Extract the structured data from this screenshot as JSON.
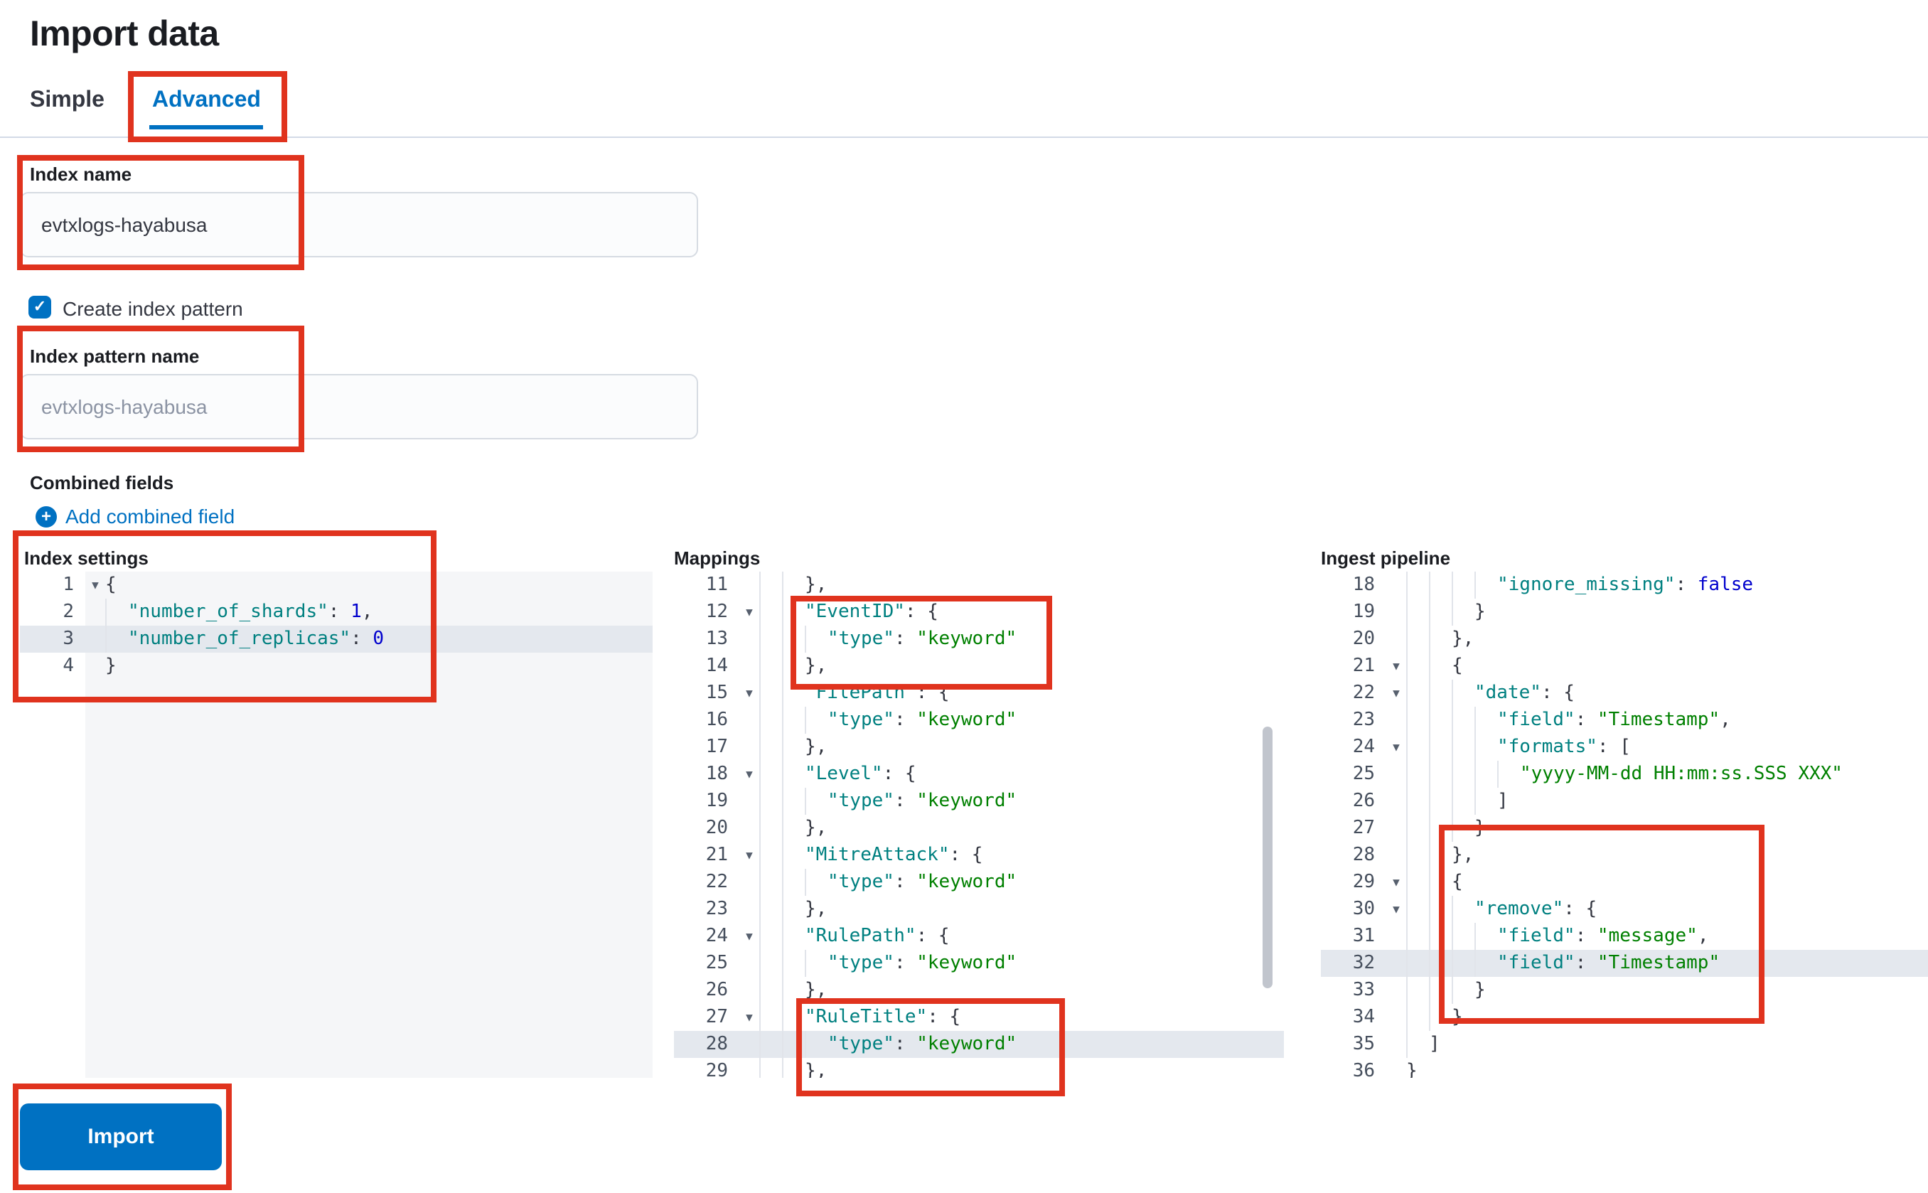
{
  "theme": {
    "primary": "#0071c2",
    "annotation_color": "#e0331e",
    "code_key_color": "#008080",
    "code_string_color": "#008000",
    "code_number_color": "#0000cd",
    "code_punct_color": "#343741"
  },
  "page": {
    "title": "Import data"
  },
  "tabs": {
    "simple": "Simple",
    "advanced": "Advanced",
    "selected": "Advanced"
  },
  "form": {
    "index_name_label": "Index name",
    "index_name_value": "evtxlogs-hayabusa",
    "create_index_pattern_label": "Create index pattern",
    "create_index_pattern_checked": true,
    "index_pattern_name_label": "Index pattern name",
    "index_pattern_name_placeholder": "evtxlogs-hayabusa",
    "combined_fields_label": "Combined fields",
    "add_combined_field_label": "Add combined field",
    "import_button_label": "Import"
  },
  "editors": [
    {
      "id": "index_settings",
      "label": "Index settings",
      "active_line": 3,
      "lines": [
        {
          "n": 1,
          "fold": true,
          "indent": 0,
          "tokens": [
            [
              "p",
              "{"
            ]
          ]
        },
        {
          "n": 2,
          "indent": 1,
          "tokens": [
            [
              "k",
              "\"number_of_shards\""
            ],
            [
              "p",
              ": "
            ],
            [
              "n",
              "1"
            ],
            [
              "p",
              ","
            ]
          ]
        },
        {
          "n": 3,
          "indent": 1,
          "tokens": [
            [
              "k",
              "\"number_of_replicas\""
            ],
            [
              "p",
              ": "
            ],
            [
              "n",
              "0"
            ]
          ]
        },
        {
          "n": 4,
          "indent": 0,
          "tokens": [
            [
              "p",
              "}"
            ]
          ]
        }
      ]
    },
    {
      "id": "mappings",
      "label": "Mappings",
      "active_line": 28,
      "lines": [
        {
          "n": 11,
          "indent": 2,
          "tokens": [
            [
              "p",
              "},"
            ]
          ]
        },
        {
          "n": 12,
          "fold": true,
          "indent": 2,
          "tokens": [
            [
              "k",
              "\"EventID\""
            ],
            [
              "p",
              ": {"
            ]
          ]
        },
        {
          "n": 13,
          "indent": 3,
          "tokens": [
            [
              "k",
              "\"type\""
            ],
            [
              "p",
              ": "
            ],
            [
              "s",
              "\"keyword\""
            ]
          ]
        },
        {
          "n": 14,
          "indent": 2,
          "tokens": [
            [
              "p",
              "},"
            ]
          ]
        },
        {
          "n": 15,
          "fold": true,
          "indent": 2,
          "tokens": [
            [
              "k",
              "\"FilePath\""
            ],
            [
              "p",
              ": {"
            ]
          ]
        },
        {
          "n": 16,
          "indent": 3,
          "tokens": [
            [
              "k",
              "\"type\""
            ],
            [
              "p",
              ": "
            ],
            [
              "s",
              "\"keyword\""
            ]
          ]
        },
        {
          "n": 17,
          "indent": 2,
          "tokens": [
            [
              "p",
              "},"
            ]
          ]
        },
        {
          "n": 18,
          "fold": true,
          "indent": 2,
          "tokens": [
            [
              "k",
              "\"Level\""
            ],
            [
              "p",
              ": {"
            ]
          ]
        },
        {
          "n": 19,
          "indent": 3,
          "tokens": [
            [
              "k",
              "\"type\""
            ],
            [
              "p",
              ": "
            ],
            [
              "s",
              "\"keyword\""
            ]
          ]
        },
        {
          "n": 20,
          "indent": 2,
          "tokens": [
            [
              "p",
              "},"
            ]
          ]
        },
        {
          "n": 21,
          "fold": true,
          "indent": 2,
          "tokens": [
            [
              "k",
              "\"MitreAttack\""
            ],
            [
              "p",
              ": {"
            ]
          ]
        },
        {
          "n": 22,
          "indent": 3,
          "tokens": [
            [
              "k",
              "\"type\""
            ],
            [
              "p",
              ": "
            ],
            [
              "s",
              "\"keyword\""
            ]
          ]
        },
        {
          "n": 23,
          "indent": 2,
          "tokens": [
            [
              "p",
              "},"
            ]
          ]
        },
        {
          "n": 24,
          "fold": true,
          "indent": 2,
          "tokens": [
            [
              "k",
              "\"RulePath\""
            ],
            [
              "p",
              ": {"
            ]
          ]
        },
        {
          "n": 25,
          "indent": 3,
          "tokens": [
            [
              "k",
              "\"type\""
            ],
            [
              "p",
              ": "
            ],
            [
              "s",
              "\"keyword\""
            ]
          ]
        },
        {
          "n": 26,
          "indent": 2,
          "tokens": [
            [
              "p",
              "},"
            ]
          ]
        },
        {
          "n": 27,
          "fold": true,
          "indent": 2,
          "tokens": [
            [
              "k",
              "\"RuleTitle\""
            ],
            [
              "p",
              ": {"
            ]
          ]
        },
        {
          "n": 28,
          "indent": 3,
          "tokens": [
            [
              "k",
              "\"type\""
            ],
            [
              "p",
              ": "
            ],
            [
              "s",
              "\"keyword\""
            ]
          ]
        },
        {
          "n": 29,
          "indent": 2,
          "tokens": [
            [
              "p",
              "},"
            ]
          ]
        }
      ]
    },
    {
      "id": "ingest_pipeline",
      "label": "Ingest pipeline",
      "active_line": 32,
      "lines": [
        {
          "n": 18,
          "indent": 4,
          "tokens": [
            [
              "k",
              "\"ignore_missing\""
            ],
            [
              "p",
              ": "
            ],
            [
              "n",
              "false"
            ]
          ]
        },
        {
          "n": 19,
          "indent": 3,
          "tokens": [
            [
              "p",
              "}"
            ]
          ]
        },
        {
          "n": 20,
          "indent": 2,
          "tokens": [
            [
              "p",
              "},"
            ]
          ]
        },
        {
          "n": 21,
          "fold": true,
          "indent": 2,
          "tokens": [
            [
              "p",
              "{"
            ]
          ]
        },
        {
          "n": 22,
          "fold": true,
          "indent": 3,
          "tokens": [
            [
              "k",
              "\"date\""
            ],
            [
              "p",
              ": {"
            ]
          ]
        },
        {
          "n": 23,
          "indent": 4,
          "tokens": [
            [
              "k",
              "\"field\""
            ],
            [
              "p",
              ": "
            ],
            [
              "s",
              "\"Timestamp\""
            ],
            [
              "p",
              ","
            ]
          ]
        },
        {
          "n": 24,
          "fold": true,
          "indent": 4,
          "tokens": [
            [
              "k",
              "\"formats\""
            ],
            [
              "p",
              ": ["
            ]
          ]
        },
        {
          "n": 25,
          "indent": 5,
          "tokens": [
            [
              "s",
              "\"yyyy-MM-dd HH:mm:ss.SSS XXX\""
            ]
          ]
        },
        {
          "n": 26,
          "indent": 4,
          "tokens": [
            [
              "p",
              "]"
            ]
          ]
        },
        {
          "n": 27,
          "indent": 3,
          "tokens": [
            [
              "p",
              "}"
            ]
          ]
        },
        {
          "n": 28,
          "indent": 2,
          "tokens": [
            [
              "p",
              "},"
            ]
          ]
        },
        {
          "n": 29,
          "fold": true,
          "indent": 2,
          "tokens": [
            [
              "p",
              "{"
            ]
          ]
        },
        {
          "n": 30,
          "fold": true,
          "indent": 3,
          "tokens": [
            [
              "k",
              "\"remove\""
            ],
            [
              "p",
              ": {"
            ]
          ]
        },
        {
          "n": 31,
          "indent": 4,
          "tokens": [
            [
              "k",
              "\"field\""
            ],
            [
              "p",
              ": "
            ],
            [
              "s",
              "\"message\""
            ],
            [
              "p",
              ","
            ]
          ]
        },
        {
          "n": 32,
          "indent": 4,
          "tokens": [
            [
              "k",
              "\"field\""
            ],
            [
              "p",
              ": "
            ],
            [
              "s",
              "\"Timestamp\""
            ]
          ]
        },
        {
          "n": 33,
          "indent": 3,
          "tokens": [
            [
              "p",
              "}"
            ]
          ]
        },
        {
          "n": 34,
          "indent": 2,
          "tokens": [
            [
              "p",
              "}"
            ]
          ]
        },
        {
          "n": 35,
          "indent": 1,
          "tokens": [
            [
              "p",
              "]"
            ]
          ]
        },
        {
          "n": 36,
          "indent": 0,
          "tokens": [
            [
              "p",
              "}"
            ]
          ]
        }
      ]
    }
  ]
}
